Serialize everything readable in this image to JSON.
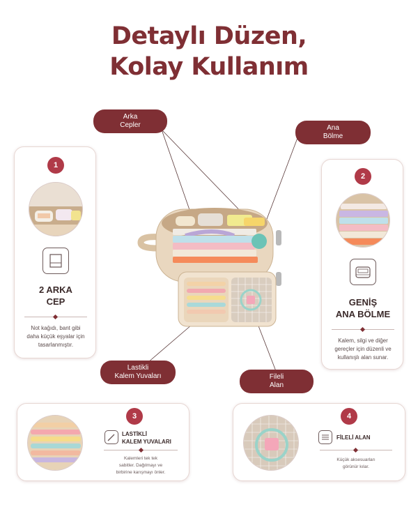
{
  "title": {
    "line1": "Detaylı Düzen,",
    "line2": "Kolay Kullanım"
  },
  "callouts": {
    "arka_cepler": {
      "line1": "Arka",
      "line2": "Cepler"
    },
    "ana_bolme": {
      "line1": "Ana",
      "line2": "Bölme"
    },
    "lastikli": {
      "line1": "Lastikli",
      "line2": "Kalem Yuvaları"
    },
    "fileli": {
      "line1": "Fileli",
      "line2": "Alan"
    }
  },
  "cards": [
    {
      "number": "1",
      "heading_line1": "2 ARKA",
      "heading_line2": "CEP",
      "desc_line1": "Not kağıdı, bant gibi",
      "desc_line2": "daha küçük eşyalar için",
      "desc_line3": "tasarlanmıştır.",
      "icon": "pocket-icon"
    },
    {
      "number": "2",
      "heading_line1": "GENİŞ",
      "heading_line2": "ANA BÖLME",
      "desc_line1": "Kalem, silgi ve diğer",
      "desc_line2": "gereçler için düzenli ve",
      "desc_line3": "kullanışlı alan sunar.",
      "icon": "pencil-case-icon"
    },
    {
      "number": "3",
      "heading_line1": "LASTİKLİ",
      "heading_line2": "KALEM YUVALARI",
      "desc_line1": "Kalemleri tek tek",
      "desc_line2": "sabitler. Dağılmayı ve",
      "desc_line3": "birbirine karışmayı önler.",
      "icon": "pen-icon"
    },
    {
      "number": "4",
      "heading_line1": "FİLELİ ALAN",
      "desc_line1": "Küçük aksesuarları",
      "desc_line2": "görünür kılar.",
      "icon": "mesh-icon"
    }
  ],
  "colors": {
    "brand": "#7f2f34",
    "badge": "#b03a48",
    "bag": "#e9d7bf"
  }
}
